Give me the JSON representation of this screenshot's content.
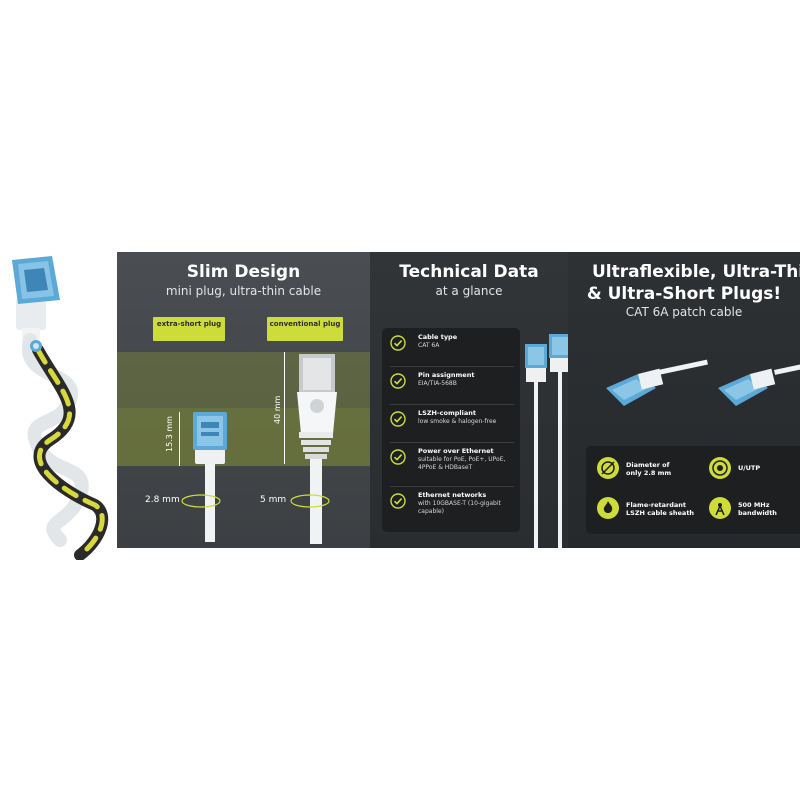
{
  "panels": {
    "slim": {
      "title": "Slim Design",
      "subtitle": "mini plug, ultra-thin cable",
      "tag_short": "extra-short plug",
      "tag_conventional": "conventional plug",
      "dim_short_length": "15.3 mm",
      "dim_conventional_length": "40 mm",
      "dim_thin_diameter": "2.8 mm",
      "dim_conventional_diameter": "5 mm"
    },
    "technical": {
      "title": "Technical Data",
      "subtitle": "at a glance",
      "rows": [
        {
          "label": "Cable type",
          "value": "CAT 6A"
        },
        {
          "label": "Pin assignment",
          "value": "EIA/TIA-568B"
        },
        {
          "label": "LSZH-compliant",
          "value": "low smoke & halogen-free"
        },
        {
          "label": "Power over Ethernet",
          "value": "suitable for PoE, PoE+, UPoE, 4PPoE & HDBaseT"
        },
        {
          "label": "Ethernet networks",
          "value": "with 10GBASE-T (10-gigabit capable)"
        }
      ]
    },
    "flex": {
      "title_line1": "Ultraflexible, Ultra-Thin",
      "title_line2": "& Ultra-Short Plugs!",
      "subtitle": "CAT 6A patch cable",
      "features": [
        {
          "text": "Diameter of only 2.8 mm",
          "icon": "diameter-icon"
        },
        {
          "text": "U/UTP",
          "icon": "cable-cross-section-icon"
        },
        {
          "text": "Flame-retardant LSZH cable sheath",
          "icon": "flame-icon"
        },
        {
          "text": "500 MHz bandwidth",
          "icon": "antenna-icon"
        }
      ]
    }
  },
  "colors": {
    "accent_lime": "#cddc39",
    "plug_blue": "#5aa9d6",
    "panel_dark": "#2b2e31",
    "card_dark": "#1d1f21"
  }
}
